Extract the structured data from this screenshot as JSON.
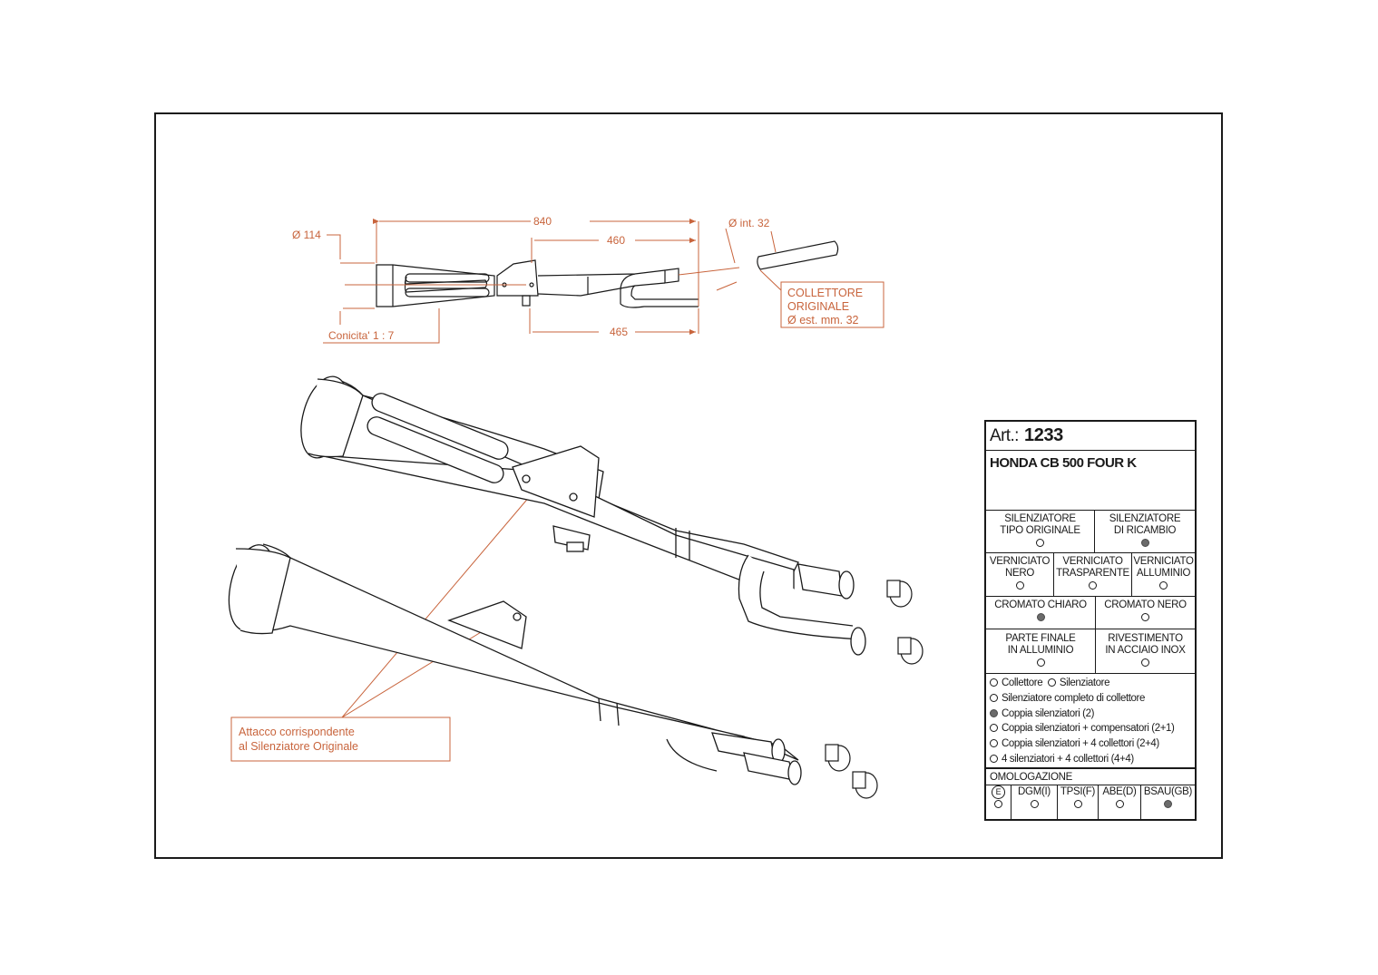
{
  "dimensions": {
    "diameter_outlet": "Ø 114",
    "length_total": "840",
    "length_mid": "460",
    "length_lower": "465",
    "inner_diameter": "Ø int. 32",
    "taper": "Conicita' 1 : 7"
  },
  "callouts": {
    "collector": [
      "COLLETTORE",
      "ORIGINALE",
      "Ø est. mm. 32"
    ],
    "attachment": [
      "Attacco corrispondente",
      "al Silenziatore Originale"
    ]
  },
  "card": {
    "art_label": "Art.:",
    "art_number": "1233",
    "model": "HONDA CB 500 FOUR K",
    "silencer_type": [
      {
        "label": [
          "SILENZIATORE",
          "TIPO ORIGINALE"
        ],
        "selected": false
      },
      {
        "label": [
          "SILENZIATORE",
          "DI RICAMBIO"
        ],
        "selected": true
      }
    ],
    "paint": [
      {
        "label": [
          "VERNICIATO",
          "NERO"
        ],
        "selected": false
      },
      {
        "label": [
          "VERNICIATO",
          "TRASPARENTE"
        ],
        "selected": false
      },
      {
        "label": [
          "VERNICIATO",
          "ALLUMINIO"
        ],
        "selected": false
      }
    ],
    "chrome": [
      {
        "label": "CROMATO CHIARO",
        "selected": true
      },
      {
        "label": "CROMATO NERO",
        "selected": false
      }
    ],
    "finish": [
      {
        "label": [
          "PARTE FINALE",
          "IN ALLUMINIO"
        ],
        "selected": false
      },
      {
        "label": [
          "RIVESTIMENTO",
          "IN ACCIAIO INOX"
        ],
        "selected": false
      }
    ],
    "options": [
      {
        "label": "Collettore",
        "selected": false,
        "label2": "Silenziatore",
        "selected2": false
      },
      {
        "label": "Silenziatore completo di collettore",
        "selected": false
      },
      {
        "label": "Coppia silenziatori (2)",
        "selected": true
      },
      {
        "label": "Coppia silenziatori + compensatori (2+1)",
        "selected": false
      },
      {
        "label": "Coppia silenziatori + 4 collettori (2+4)",
        "selected": false
      },
      {
        "label": "4 silenziatori + 4 collettori (4+4)",
        "selected": false
      }
    ],
    "homologation_title": "OMOLOGAZIONE",
    "homologation": [
      {
        "label": "E",
        "selected": false
      },
      {
        "label": "DGM(I)",
        "selected": false
      },
      {
        "label": "TPSI(F)",
        "selected": false
      },
      {
        "label": "ABE(D)",
        "selected": false
      },
      {
        "label": "BSAU(GB)",
        "selected": true
      }
    ]
  }
}
